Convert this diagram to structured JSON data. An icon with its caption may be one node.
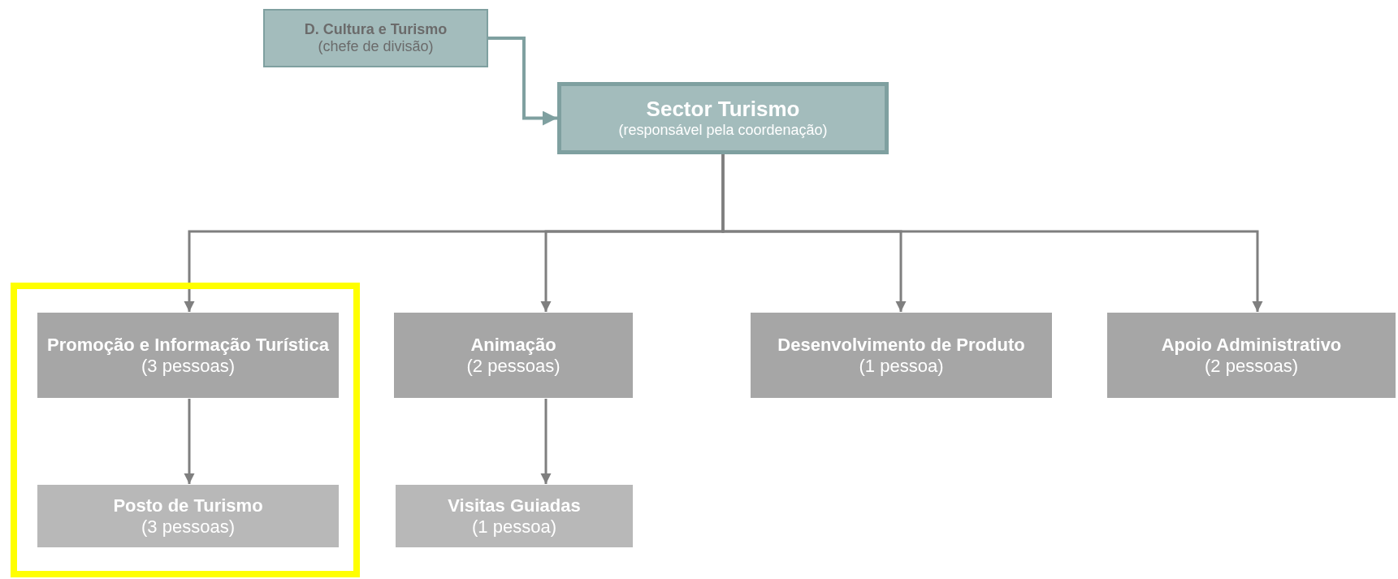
{
  "diagram": {
    "nodes": [
      {
        "text": [
          "D. Cultura e Turismo",
          "(chefe de divisão)"
        ]
      },
      {
        "text": [
          "Sector Turismo",
          "(responsável pela coordenação)"
        ]
      },
      {
        "text": [],
        "shape": "box"
      },
      {
        "text": [
          "Promoção e Informação Turística",
          "(3 pessoas)"
        ],
        "in": 2
      },
      {
        "text": [
          "Animação",
          "(2 pessoas)"
        ]
      },
      {
        "text": [
          "Desenvolvimento de Produto",
          "(1 pessoa)"
        ]
      },
      {
        "text": [
          "Apoio Administrativo",
          "(2 pessoas)"
        ]
      },
      {
        "text": [
          "Posto de Turismo",
          "(3 pessoas)"
        ],
        "in": 2
      },
      {
        "text": [
          "Visitas Guiadas",
          "(1 pessoa)"
        ]
      }
    ],
    "edges": [
      {
        "from": 0,
        "to": 1,
        "arrow": "to",
        "color": "#7fa0a0"
      },
      {
        "from": 1,
        "to": 3,
        "arrow": "to"
      },
      {
        "from": 1,
        "to": 4,
        "arrow": "to"
      },
      {
        "from": 1,
        "to": 5,
        "arrow": "to"
      },
      {
        "from": 1,
        "to": 6,
        "arrow": "to"
      },
      {
        "from": 3,
        "to": 7,
        "arrow": "to"
      },
      {
        "from": 4,
        "to": 8,
        "arrow": "to"
      }
    ]
  }
}
